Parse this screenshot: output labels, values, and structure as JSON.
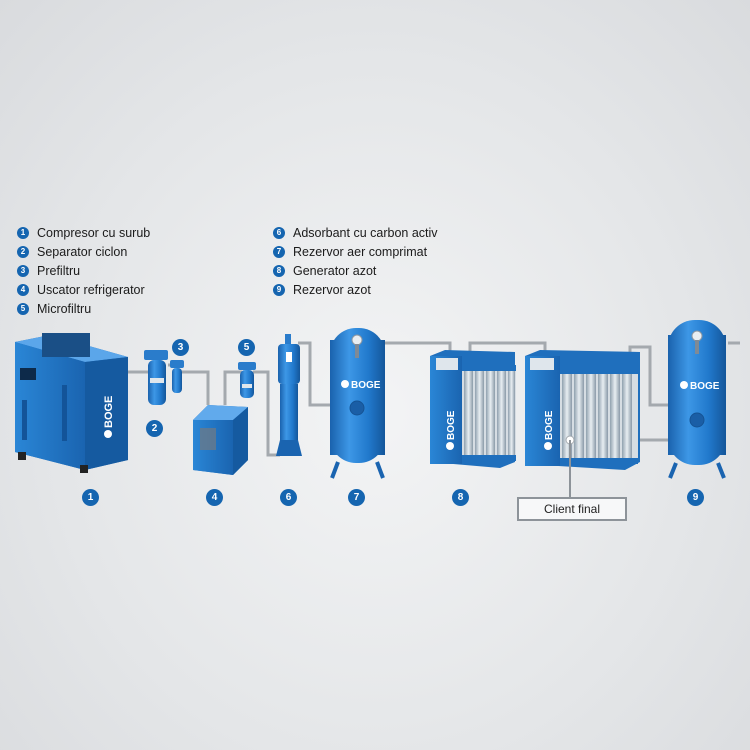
{
  "legend_left": [
    {
      "n": "1",
      "label": "Compresor cu surub"
    },
    {
      "n": "2",
      "label": "Separator ciclon"
    },
    {
      "n": "3",
      "label": "Prefiltru"
    },
    {
      "n": "4",
      "label": "Uscator refrigerator"
    },
    {
      "n": "5",
      "label": "Microfiltru"
    }
  ],
  "legend_right": [
    {
      "n": "6",
      "label": "Adsorbant cu carbon activ"
    },
    {
      "n": "7",
      "label": "Rezervor aer comprimat"
    },
    {
      "n": "8",
      "label": "Generator azot"
    },
    {
      "n": "9",
      "label": "Rezervor azot"
    }
  ],
  "markers": [
    "1",
    "2",
    "3",
    "4",
    "5",
    "6",
    "7",
    "8",
    "9"
  ],
  "client_label": "Client final",
  "brand": "BOGE",
  "colors": {
    "equipment_blue": "#1f77c9",
    "badge_blue": "#1565b0",
    "pipe": "#a4a9ae",
    "background": "#e6e8ea"
  }
}
